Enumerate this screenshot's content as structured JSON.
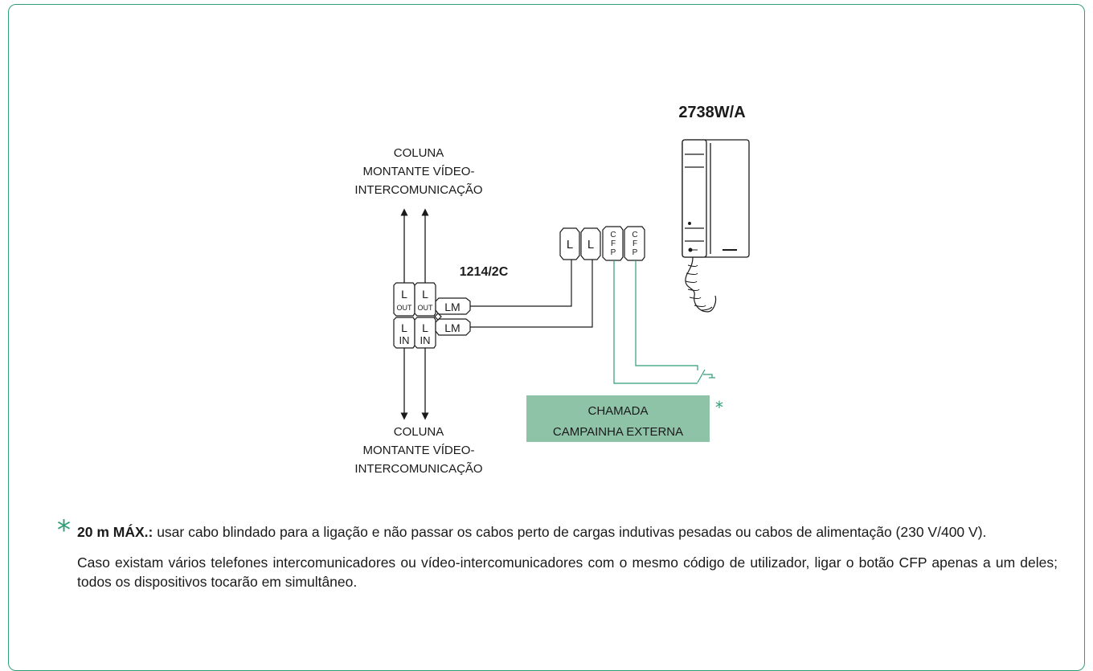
{
  "diagram": {
    "column_label_top": [
      "COLUNA",
      "MONTANTE VÍDEO-",
      "INTERCOMUNICAÇÃO"
    ],
    "column_label_bottom": [
      "COLUNA",
      "MONTANTE VÍDEO-",
      "INTERCOMUNICAÇÃO"
    ],
    "module_label": "1214/2C",
    "device_label": "2738W/A",
    "module_terminals": {
      "out1": [
        "L",
        "OUT"
      ],
      "out2": [
        "L",
        "OUT"
      ],
      "in1": [
        "L",
        "IN"
      ],
      "in2": [
        "L",
        "IN"
      ],
      "lm1": "LM",
      "lm2": "LM"
    },
    "device_terminals": {
      "l1": "L",
      "l2": "L",
      "cfp1": [
        "C",
        "F",
        "P"
      ],
      "cfp2": [
        "C",
        "F",
        "P"
      ]
    },
    "call_box": [
      "CHAMADA",
      "CAMPAINHA EXTERNA"
    ],
    "call_box_marker": "*",
    "accent_color": "#2f9e75",
    "call_box_color": "#8fc3a8"
  },
  "notes": {
    "marker": "*",
    "note1_bold": "20 m MÁX.:",
    "note1_text": " usar cabo blindado para a ligação e não passar os cabos perto de cargas indutivas pesadas ou cabos de alimentação (230 V/400 V).",
    "note2_text": "Caso existam vários telefones intercomunicadores ou vídeo-intercomunicadores com o mesmo código de utilizador, ligar o botão CFP apenas a um deles; todos os dispositivos tocarão em simultâneo."
  }
}
